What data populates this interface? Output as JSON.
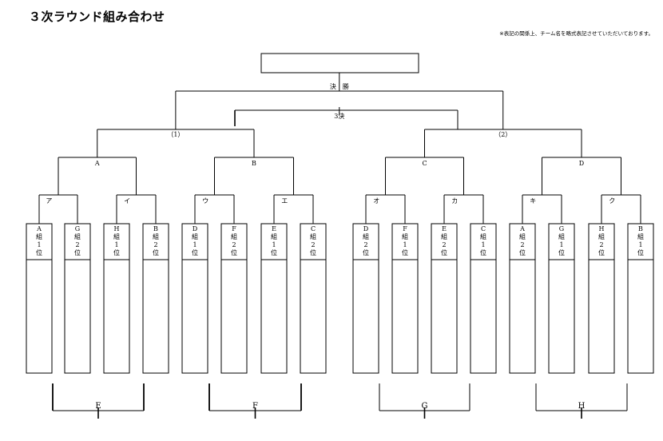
{
  "header": {
    "title": "３次ラウンド組み合わせ",
    "note": "※表記の関係上、チーム名を略式表記させていただいております。"
  },
  "bracket": {
    "final_label": "決　勝",
    "third_label": "3決",
    "semis": [
      "（1）",
      "（2）"
    ],
    "quarters": [
      "A",
      "B",
      "C",
      "D"
    ],
    "rounds16": [
      "ア",
      "イ",
      "ウ",
      "エ",
      "オ",
      "カ",
      "キ",
      "ク"
    ],
    "teams": [
      [
        "A",
        "組",
        "1",
        "位"
      ],
      [
        "G",
        "組",
        "2",
        "位"
      ],
      [
        "H",
        "組",
        "1",
        "位"
      ],
      [
        "B",
        "組",
        "2",
        "位"
      ],
      [
        "D",
        "組",
        "1",
        "位"
      ],
      [
        "F",
        "組",
        "2",
        "位"
      ],
      [
        "E",
        "組",
        "1",
        "位"
      ],
      [
        "C",
        "組",
        "2",
        "位"
      ],
      [
        "D",
        "組",
        "2",
        "位"
      ],
      [
        "F",
        "組",
        "1",
        "位"
      ],
      [
        "E",
        "組",
        "2",
        "位"
      ],
      [
        "C",
        "組",
        "1",
        "位"
      ],
      [
        "A",
        "組",
        "2",
        "位"
      ],
      [
        "G",
        "組",
        "1",
        "位"
      ],
      [
        "H",
        "組",
        "2",
        "位"
      ],
      [
        "B",
        "組",
        "1",
        "位"
      ]
    ],
    "groups": [
      "E",
      "F",
      "G",
      "H"
    ]
  }
}
